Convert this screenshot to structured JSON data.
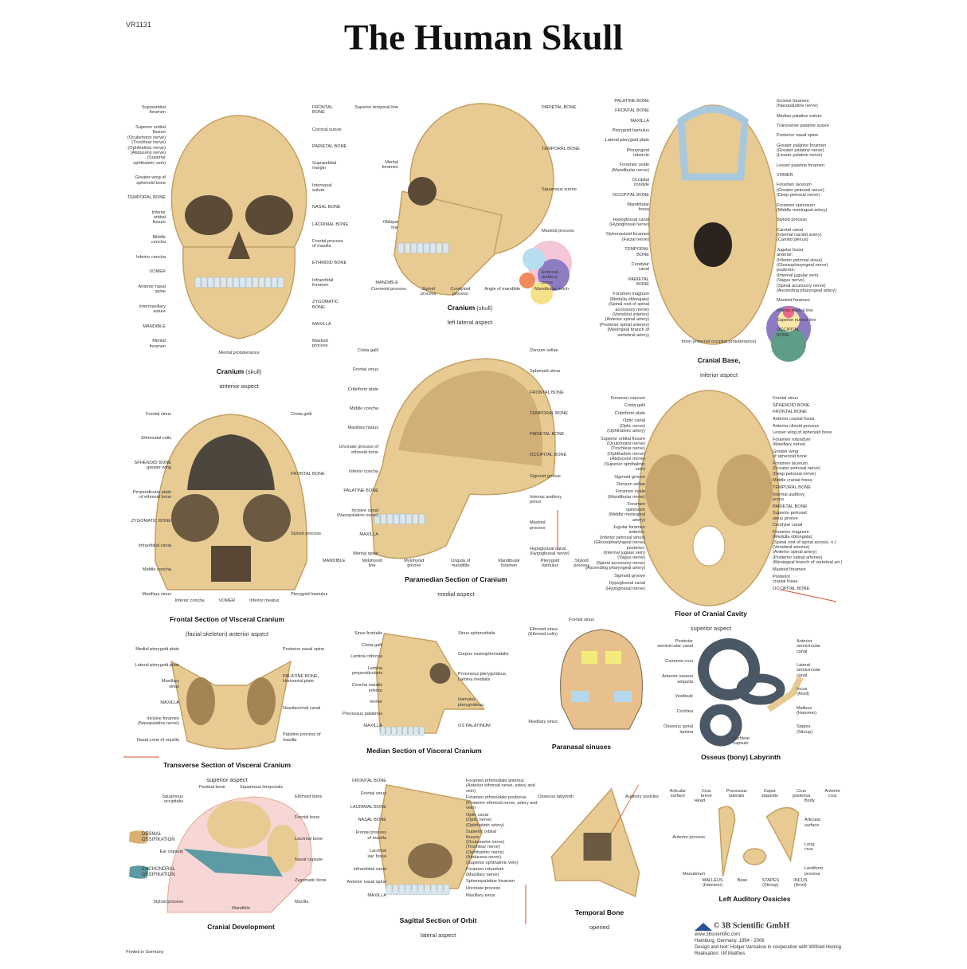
{
  "poster": {
    "code": "VR1131",
    "title": "The Human Skull"
  },
  "colors": {
    "bone": "#e7cb93",
    "bone_shade": "#c6a064",
    "tooth": "#dce8ef",
    "labyrinth": "#4a5866",
    "guide_line": "#d9532b"
  },
  "panels": [
    {
      "id": "cranium-anterior",
      "title": "Cranium",
      "title_extra": " (skull)",
      "subtitle": "anterior aspect",
      "left_labels": [
        "Supraorbital\nforamen",
        "Superior orbital\nfissure\n(Oculomotor nerve)\n(Trochlear nerve)\n(Ophthalmic nerve)\n(Abducens nerve)\n(Superior\nophthalmic vein)",
        "Greater wing of\nsphenoid bone",
        "TEMPORAL BONE",
        "Inferior\norbital\nfissure",
        "Middle\nconcha",
        "Inferior concha",
        "VOMER",
        "Anterior nasal\nspine",
        "Intermaxillary\nsuture",
        "MANDIBLE",
        "Mental\nforamen"
      ],
      "right_labels": [
        "FRONTAL\nBONE",
        "Coronal suture",
        "PARIETAL BONE",
        "Supraorbital\nmargin",
        "Internasal\nsuture",
        "NASAL BONE",
        "LACRIMAL BONE",
        "Frontal process\nof maxilla",
        "ETHMOID BONE",
        "Infraorbital\nforamen",
        "ZYGOMATIC\nBONE",
        "MAXILLA",
        "Mastoid\nprocess"
      ],
      "bottom_labels": [
        "Mental protuberance"
      ]
    },
    {
      "id": "cranium-lateral",
      "title": "Cranium",
      "title_extra": " (skull)",
      "subtitle": "left lateral aspect",
      "left_labels": [
        "Superior temporal line",
        "Mental\nforamen",
        "Oblique\nline",
        "MANDIBLE"
      ],
      "right_labels": [
        "PARIETAL BONE",
        "TEMPORAL BONE",
        "Squamous suture",
        "Mastoid process",
        "External\nauditory\nporus"
      ],
      "bottom_labels": [
        "Coronoid process",
        "Styloid\nprocess",
        "Condyloid\nprocess",
        "Angle of mandible",
        "Mandibular notch"
      ]
    },
    {
      "id": "cranial-base",
      "title": "Cranial Base,",
      "title_extra": "",
      "subtitle": "inferior aspect",
      "left_labels": [
        "PALATINE BONE",
        "FRONTAL BONE",
        "MAXILLA",
        "Pterygoid hamulus",
        "Lateral pterygoid plate",
        "Pharyngeal\ntubercle",
        "Foramen ovale\n(Mandibular nerve)",
        "Occipital\ncondyle",
        "OCCIPITAL BONE",
        "Mandibular\nfossa",
        "Hypoglossal canal\n(Hypoglossal nerve)",
        "Stylomastoid foramen\n(Facial nerve)",
        "TEMPORAL\nBONE",
        "Condylar\ncanal",
        "PARIETAL\nBONE",
        "Foramen magnum\n(Medulla oblongata)\n(Spinal root of spinal accessory nerve)\n(Vertebral arteries)\n(Anterior spinal artery)\n(Posterior spinal arteries)\n(Meningeal branch of vertebral artery)"
      ],
      "right_labels": [
        "Incisive foramen\n(Nasopalatine nerve)",
        "Median palatine suture",
        "Transverse palatine suture",
        "Posterior nasal spine",
        "Greater palatine foramen\n(Greater palatine nerve)\n(Lesser palatine nerve)",
        "Lesser palatine foramen",
        "VOMER",
        "Foramen lacerum\n(Greater petrosal nerve)\n(Deep petrosal nerve)",
        "Foramen spinosum\n(Middle meningeal artery)",
        "Styloid process",
        "Carotid canal\n(Internal carotid artery)\n(Carotid plexus)",
        "Jugular fossa\nanterior:\n(Inferior petrosal sinus)\n(Glossopharyngeal nerve)\nposterior:\n(Internal jugular vein)\n(Vagus nerve)\n(Spinal accessory nerve)\n(Ascending pharyngeal artery)",
        "Mastoid foramen",
        "Inferior nuchal line",
        "Superior nuchal line",
        "OCCIPITAL\nBONE"
      ],
      "bottom_labels": [
        "Inion (external occipital protuberance)"
      ]
    },
    {
      "id": "frontal-section",
      "title": "Frontal Section of Visceral Cranium",
      "title_extra": "",
      "subtitle": "(facial skeleton) anterior aspect",
      "left_labels": [
        "Frontal sinus",
        "Ethmoidal cells",
        "SPHENOID BONE\ngreater wing",
        "Perpendicular plate\nof ethmoid bone",
        "ZYGOMATIC BONE",
        "Infraorbital canal",
        "Middle concha",
        "Maxillary sinus"
      ],
      "right_labels": [
        "Crista galli",
        "FRONTAL BONE",
        "Styloid process",
        "Pterygoid hamulus"
      ],
      "bottom_labels": [
        "Inferior concha",
        "VOMER",
        "Inferior meatus"
      ]
    },
    {
      "id": "paramedian-section",
      "title": "Paramedian Section of Cranium",
      "title_extra": "",
      "subtitle": "medial aspect",
      "left_labels": [
        "Crista galli",
        "Frontal sinus",
        "Cribriform plate",
        "Middle concha",
        "Maxillary hiatus",
        "Uncinate process of\nethmoid bone",
        "Inferior concha",
        "PALATINE BONE",
        "Incisive canal\n(Nasopalatine nerve)",
        "MAXILLA",
        "Mental spine"
      ],
      "right_labels": [
        "Dorsum sellae",
        "Sphenoid sinus",
        "FRONTAL BONE",
        "TEMPORAL BONE",
        "PARIETAL BONE",
        "OCCIPITAL BONE",
        "Sigmoid groove",
        "Internal auditory\nporus",
        "Mastoid\nprocess",
        "Hypoglossal canal\n(Hypoglossal nerve)"
      ],
      "bottom_labels": [
        "MANDIBLE",
        "Mylohyoid line",
        "Mylohyoid groove",
        "Lingula of mandible",
        "Mandibular foramen",
        "Pterygoid\nhamulus",
        "Styloid\nprocess"
      ]
    },
    {
      "id": "cranial-floor",
      "title": "Floor of Cranial Cavity",
      "title_extra": "",
      "subtitle": "superior aspect",
      "left_labels": [
        "Foramen caecum",
        "Crista galli",
        "Cribriform plate",
        "Optic canal\n(Optic nerve)\n(Ophthalmic artery)",
        "Superior orbital fissure\n(Oculomotor nerve)\n(Trochlear nerve)\n(Ophthalmic nerve)\n(Abducens nerve)\n(Superior ophthalmic\nvein)",
        "Sigmoid groove",
        "Dorsum sellae",
        "Foramen ovale\n(Mandibular nerve)",
        "Foramen\nspinosum\n(Middle meningeal\nartery)",
        "Jugular foramen\nanterior:\n(Inferior petrosal sinus)\n(Glossopharyngeal nerve)\nposterior:\n(Internal jugular vein)\n(Vagus nerve)\n(Spinal accessory nerve)\n(Ascending pharyngeal artery)",
        "Sigmoid groove",
        "Hypoglossal canal\n(Hypoglossal nerve)"
      ],
      "right_labels": [
        "Frontal sinus",
        "SPHENOID BONE",
        "FRONTAL BONE",
        "Anterior cranial fossa",
        "Anterior clinoid process",
        "Lesser wing of sphenoid bone",
        "Foramen rotundum\n(Maxillary nerve)",
        "Greater wing\nof sphenoid bone",
        "Foramen lacerum\n(Greater petrosal nerve)\n(Deep petrosal nerve)",
        "Middle cranial fossa",
        "TEMPORAL BONE",
        "Internal auditory\nporus",
        "PARIETAL BONE",
        "Superior petrosal\nsinus groove",
        "Condylar canal",
        "Foramen magnum\n(Medulla oblongata)\n(Spinal root of spinal access. n.)\n(Vertebral arteries)\n(Anterior spinal artery)\n(Posterior spinal arteries)\n(Meningeal branch of vertebral art.)",
        "Mastoid foramen",
        "Posterior\ncranial fossa",
        "OCCIPITAL BONE"
      ],
      "bottom_labels": []
    },
    {
      "id": "transverse-section",
      "title": "Transverse Section of Visceral Cranium",
      "title_extra": "",
      "subtitle": "superior aspect",
      "left_labels": [
        "Medial pterygoid plate",
        "Lateral pterygoid plate",
        "Maxillary\nsinus",
        "MAXILLA",
        "Incisive foramen\n(Nasopalatine nerve)",
        "Nasal crest of maxilla"
      ],
      "right_labels": [
        "Posterior nasal spine",
        "PALATINE BONE,\nHorizontal plate",
        "Nasolacrimal canal",
        "Palatine process of maxilla"
      ],
      "bottom_labels": []
    },
    {
      "id": "median-section",
      "title": "Median Section of Visceral Cranium",
      "title_extra": "",
      "subtitle": "",
      "left_labels": [
        "Sinus frontalis",
        "Crista galli",
        "Lamina cribrosa",
        "Lamina\nperpendicularis",
        "Concha nasalis\ninferior",
        "Vomer",
        "Processus palatinus",
        "MAXILLA"
      ],
      "right_labels": [
        "Sinus sphenoidalis",
        "Corpus ossissphenoidalis",
        "Processus pterygoideus,\nLamina medialis",
        "Hamulus\npterygoideus",
        "OS PALATINUM"
      ],
      "bottom_labels": []
    },
    {
      "id": "paranasal-sinuses",
      "title": "Paranasal sinuses",
      "title_extra": "",
      "subtitle": "",
      "left_labels": [
        "Ethmoid sinus\n(Ethmoid cells)",
        "Maxillary sinus"
      ],
      "right_labels": [],
      "bottom_labels": [],
      "top_labels": [
        "Frontal sinus"
      ]
    },
    {
      "id": "bony-labyrinth",
      "title": "Osseus (bony) Labyrinth",
      "title_extra": "",
      "subtitle": "",
      "left_labels": [
        "Posterior\nsemicircular canal",
        "Common crus",
        "Anterior osseus\nampulla",
        "Vestibule",
        "Cochlea",
        "Osseous spiral\nlamina"
      ],
      "right_labels": [
        "Anterior\nsemicircular\ncanal",
        "Lateral\nsemicircular\ncanal",
        "Incus\n(Anvil)",
        "Malleus\n(Hammer)",
        "Stapes\n(Stirrup)"
      ],
      "bottom_labels": [
        "Cochlear\ncapsule"
      ]
    },
    {
      "id": "cranial-development",
      "title": "Cranial Development",
      "title_extra": "",
      "subtitle": "",
      "left_labels": [
        "Squamous\noccipitalis",
        "Ear capsule",
        "Styloid process"
      ],
      "right_labels": [
        "Ethmoid bone",
        "Frontal bone",
        "Lacrimal bone",
        "Nasal capsule",
        "Zygomatic bone",
        "Maxilla"
      ],
      "bottom_labels": [
        "Mandible"
      ],
      "top_labels": [
        "Parietal bone",
        "Squamous temporalis"
      ]
    },
    {
      "id": "sagittal-orbit",
      "title": "Sagittal Section of Orbit",
      "title_extra": "",
      "subtitle": "lateral aspect",
      "left_labels": [
        "FRONTAL BONE",
        "Frontal sinus",
        "LACRIMAL BONE",
        "NASAL BONE",
        "Frontal process\nof maxilla",
        "Lacrimal\nsac fossa",
        "Infraorbital canal",
        "Anterior nasal spine",
        "MAXILLA"
      ],
      "right_labels": [
        "Foramen ethmoidale anterius\n(Anterior ethmoid nerve, artery and vein)",
        "Foramen ethmoidale posterius\n(Posterior ethmoid nerve, artery and vein)",
        "Optic canal\n(Optic nerve)\n(Ophthalmic artery)",
        "Superior orbital\nfissure\n(Oculomotor nerve)\n(Trochlear nerve)\n(Ophthalmic nerve)\n(Abducens nerve)\n(Superior ophthalmic vein)",
        "Foramen rotundum\n(Maxillary nerve)",
        "Sphenopalatine foramen",
        "Uncinate process",
        "Maxillary sinus"
      ],
      "bottom_labels": []
    },
    {
      "id": "temporal-bone",
      "title": "Temporal Bone",
      "title_extra": "",
      "subtitle": "opened",
      "left_labels": [
        "Osseous labyrinth"
      ],
      "right_labels": [
        "Auditory ossicles"
      ],
      "bottom_labels": []
    },
    {
      "id": "auditory-ossicles",
      "title": "Left Auditory Ossicles",
      "title_extra": "",
      "subtitle": "",
      "left_labels": [
        "Head",
        "Anterior process",
        "Manubrium"
      ],
      "right_labels": [
        "Body",
        "Articular\nsurface",
        "Long\ncrus",
        "Lentiform\nprocess"
      ],
      "bottom_labels": [
        "MALLEUS\n(Hammer)",
        "Base",
        "STAPES\n(Stirrup)",
        "INCUS\n(Anvil)"
      ],
      "top_labels": [
        "Articular surface",
        "Crus\nbreve",
        "Processus\nlateralis",
        "Caput\nstapedis",
        "Crus\nposterius",
        "Anterior\ncrus"
      ]
    }
  ],
  "ossification_legend": {
    "desmal": "DESMAL\nOSSIFIKATION",
    "enchondral": "ENCHONDRAL\nOSSIFIKATION"
  },
  "footer": {
    "printed": "Printed in Germany",
    "brand": "© 3B Scientific GmbH",
    "website": "www.3bscientific.com",
    "place_years": "Hamburg, Germany, 1994 - 2006",
    "credits": "Design and text: Holger Vanselow in cooperation with Wilfried Hennig",
    "realisation": "Realisation: Ulf Matthes"
  }
}
